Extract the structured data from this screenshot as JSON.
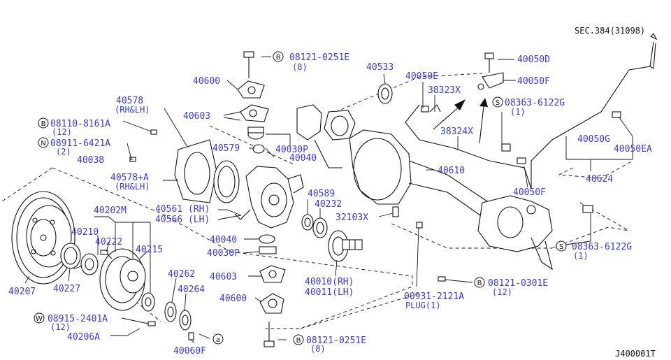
{
  "diagram_id": "J400001T",
  "section_ref": "SEC.384(31098)",
  "labels": {
    "p40600_top": "40600",
    "p08121_0251E_top": "08121-0251E",
    "qty8_top": "(8)",
    "p40533": "40533",
    "p40050E": "40050E",
    "p38323X": "38323X",
    "p40050D": "40050D",
    "p40050F_top": "40050F",
    "p08363_6122G_top": "08363-6122G",
    "qty1_a": "(1)",
    "p40578": "40578",
    "rhlh_a": "(RH&LH)",
    "p40603_top": "40603",
    "p08110_8161A": "08110-8161A",
    "qty12_a": "(12)",
    "p08911_6421A": "08911-6421A",
    "qty2": "(2)",
    "p40579": "40579",
    "p40030P_top": "40030P",
    "p40040_top": "40040",
    "p38324X": "38324X",
    "p40050G": "40050G",
    "p40050EA": "40050EA",
    "p40038": "40038",
    "p40578A": "40578+A",
    "rhlh_b": "(RH&LH)",
    "p40610": "40610",
    "p40624": "40624",
    "p40050F_bot": "40050F",
    "p40589": "40589",
    "p40232": "40232",
    "p40202M": "40202M",
    "p40561": "40561 (RH)",
    "p40566": "40566 (LH)",
    "p32103X": "32103X",
    "p08363_6122G_bot": "08363-6122G",
    "qty1_b": "(1)",
    "p40210": "40210",
    "p40222": "40222",
    "p40215": "40215",
    "p40040_bot": "40040",
    "p40030P_bot": "40030P",
    "p40262": "40262",
    "p40603_bot": "40603",
    "p40010": "40010(RH)",
    "p40011": "40011(LH)",
    "p08121_0301E": "08121-0301E",
    "qty12_b": "(12)",
    "p40207": "40207",
    "p40227": "40227",
    "p40264": "40264",
    "p40600_bot": "40600",
    "p00931_2121A": "00931-2121A",
    "plug1": "PLUG(1)",
    "p08915_2401A": "08915-2401A",
    "qty12_c": "(12)",
    "p40206A": "40206A",
    "p08121_0251E_bot": "08121-0251E",
    "qty8_bot": "(8)",
    "p40060F": "40060F"
  },
  "callout_letters": {
    "B": "B",
    "N": "N",
    "S": "S",
    "W": "W",
    "a": "a"
  }
}
